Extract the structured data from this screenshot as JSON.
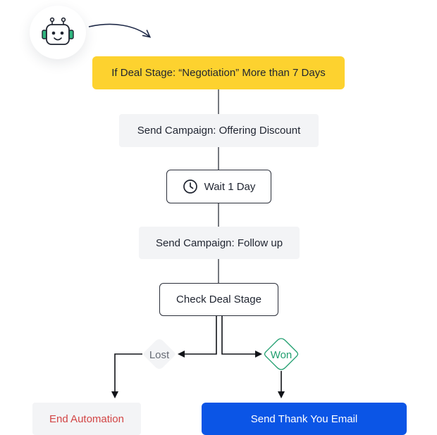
{
  "flow": {
    "trigger_label": "If Deal Stage: “Negotiation” More than 7 Days",
    "campaign1_label": "Send Campaign: Offering Discount",
    "wait_label": "Wait 1 Day",
    "campaign2_label": "Send Campaign: Follow up",
    "check_label": "Check Deal Stage",
    "lost_label": "Lost",
    "won_label": "Won",
    "end_label": "End Automation",
    "thanks_label": "Send Thank You Email"
  },
  "icons": {
    "bot": "robot-icon",
    "clock": "clock-icon",
    "arrow": "curved-arrow-icon"
  },
  "colors": {
    "trigger": "#fdd22f",
    "primary": "#0b55e6",
    "won": "#1f9e6e",
    "end_text": "#d24545",
    "robot_accent": "#2fb57e"
  }
}
